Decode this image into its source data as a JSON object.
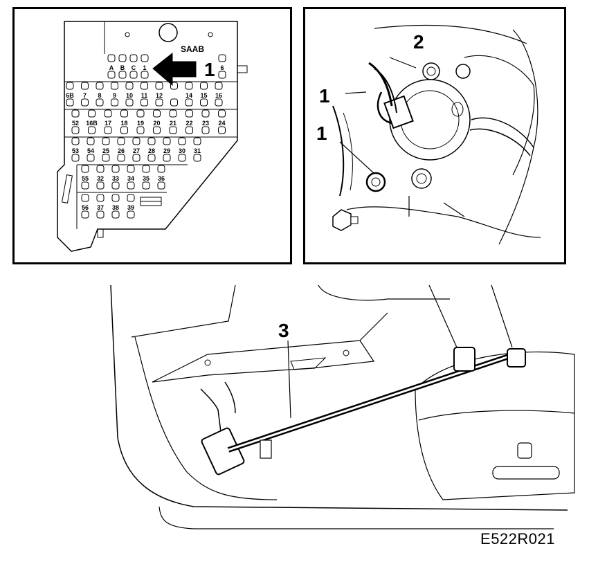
{
  "fusebox": {
    "logo": "SAAB",
    "callout_number": "1",
    "top_row": [
      "A",
      "B",
      "C",
      "1",
      "6"
    ],
    "row2": [
      "6B",
      "7",
      "8",
      "9",
      "10",
      "11",
      "12",
      "",
      "14",
      "15",
      "16"
    ],
    "row3": [
      "52",
      "16B",
      "17",
      "18",
      "19",
      "20",
      "21",
      "22",
      "23",
      "24"
    ],
    "row4": [
      "53",
      "54",
      "25",
      "26",
      "27",
      "28",
      "29",
      "30",
      "31"
    ],
    "row5": [
      "55",
      "32",
      "33",
      "34",
      "35",
      "36"
    ],
    "row6": [
      "56",
      "37",
      "38",
      "39"
    ]
  },
  "engine": {
    "callout_1a": "1",
    "callout_1b": "1",
    "callout_2": "2"
  },
  "seat": {
    "callout_3": "3"
  },
  "diagram_id": "E522R021",
  "colors": {
    "ink": "#000000",
    "paper": "#ffffff"
  }
}
